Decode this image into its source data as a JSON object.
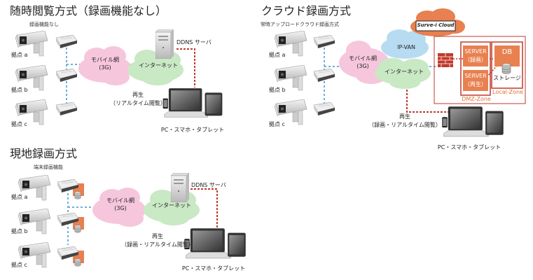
{
  "colors": {
    "mobile_cloud": "#f6c6dc",
    "internet_cloud": "#c9e8c4",
    "ipvan_cloud": "#b7dcf2",
    "cloud_service": "#e8804f",
    "zone": "#c0392b",
    "link_blue": "#6ab0dc",
    "link_red": "#c0392b",
    "server_box": "#e8804f"
  },
  "panel1": {
    "title": "随時閲覧方式（録画機能なし）",
    "subtitle": "録画機能なし",
    "sites": [
      "拠点 a",
      "拠点 b",
      "拠点 c"
    ],
    "mobile": "モバイル網",
    "mobile_sub": "(3G)",
    "internet": "インターネット",
    "ddns": "DDNS サーバ",
    "play": "再生",
    "play_sub": "（リアルタイム閲覧）",
    "devices": "PC・スマホ・タブレット"
  },
  "panel2": {
    "title": "クラウド録画方式",
    "subtitle": "常時アップロードクラウド録画方式",
    "sites": [
      "拠点 a",
      "拠点 b",
      "拠点 c"
    ],
    "mobile": "モバイル網",
    "mobile_sub": "(3G)",
    "ipvan": "IP-VAN",
    "internet": "インターネット",
    "cloud": "Surve-i Cloud",
    "server_rec": "SERVER",
    "server_rec_sub": "（録画）",
    "server_play": "SERVER",
    "server_play_sub": "（再生）",
    "db": "DB",
    "storage": "ストレージ",
    "local_zone": "Local-Zone",
    "dmz_zone": "DMZ-Zone",
    "play": "再生",
    "play_sub": "（録画・リアルタイム閲覧）",
    "devices": "PC・スマホ・タブレット"
  },
  "panel3": {
    "title": "現地録画方式",
    "subtitle": "端末録画機能",
    "sites": [
      "拠点 a",
      "拠点 b",
      "拠点 c"
    ],
    "mobile": "モバイル網",
    "mobile_sub": "(3G)",
    "internet": "インターネット",
    "ddns": "DDNS サーバ",
    "play": "再生",
    "play_sub": "（録画・リアルタイム閲覧）",
    "devices": "PC・スマホ・タブレット"
  }
}
